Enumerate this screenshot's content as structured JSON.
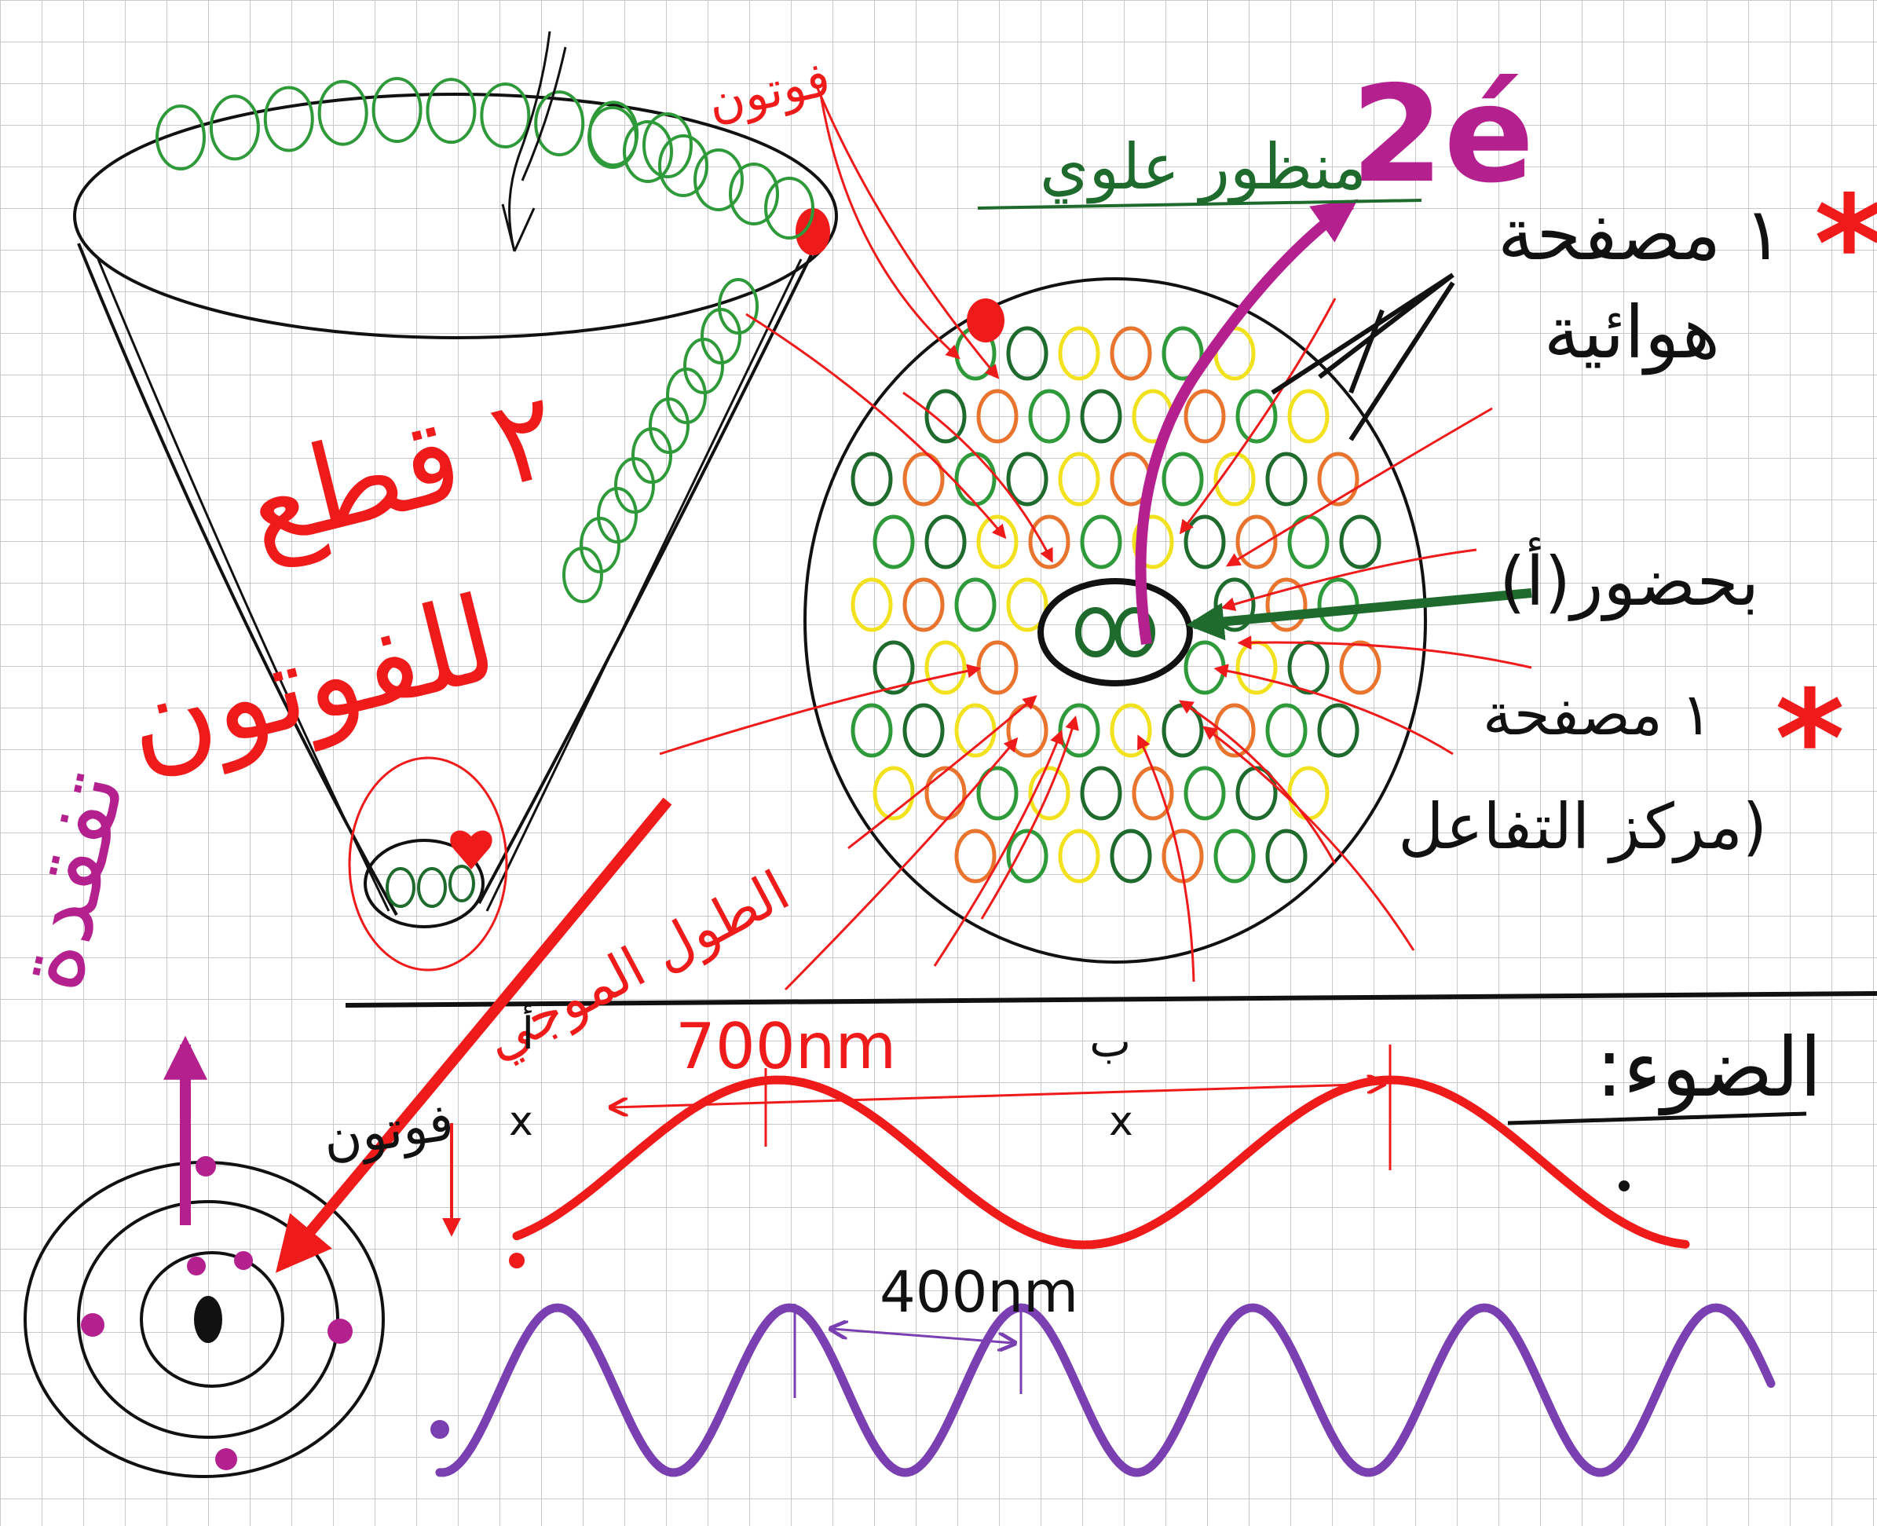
{
  "labels": {
    "photon_top": "فوتون",
    "cone_title_1": "٢ قطع",
    "cone_title_2": "للفوتون",
    "spiral_underlined": "منظور علوي",
    "two_e": "2é",
    "ray_label_1_line1": "١ مصفحة",
    "ray_label_1_line2": "هوائية",
    "star": "*",
    "beam_label": "بحضور(أ)",
    "ray_label_2_line1": "١ مصفحة",
    "ray_label_2_line2": "(مركز التفاعل",
    "loses": "تفقدة",
    "photon_bottom": "فوتون",
    "wavelength_label": "الطول الموجي",
    "red_wavelength": "700nm",
    "violet_wavelength": "400nm",
    "light_label": "الضوء:",
    "mark_a": "أ",
    "mark_b": "ب",
    "mark_x": "x"
  },
  "colors": {
    "ink": "#111111",
    "red": "#ef1a1a",
    "green": "#2f9a3a",
    "dark_green": "#1e6b2d",
    "yellow": "#f2e21e",
    "orange": "#e8742e",
    "magenta": "#b5208f",
    "violet": "#7a3fb0",
    "grid": "#c9c9c9"
  }
}
